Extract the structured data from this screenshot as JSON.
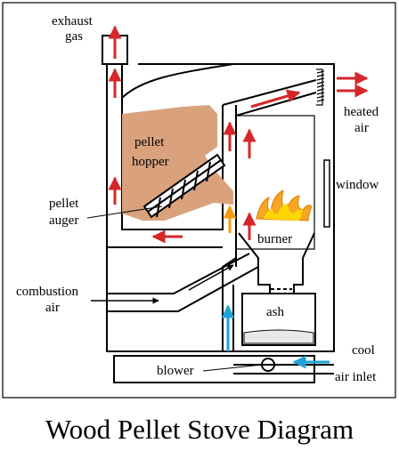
{
  "title": "Wood Pellet Stove Diagram",
  "labels": {
    "exhaust_line1": "exhaust",
    "exhaust_line2": "gas",
    "pellet_hopper_line1": "pellet",
    "pellet_hopper_line2": "hopper",
    "pellet_auger_line1": "pellet",
    "pellet_auger_line2": "auger",
    "heated_air_line1": "heated",
    "heated_air_line2": "air",
    "window": "window",
    "burner": "burner",
    "combustion_air_line1": "combustion",
    "combustion_air_line2": "air",
    "ash": "ash",
    "blower": "blower",
    "cool_air_line1": "cool",
    "cool_air_line2": "air inlet"
  },
  "colors": {
    "pellets": "#d9a27d",
    "hot_air_arrow": "#d62728",
    "warm_air_arrow": "#f39c12",
    "cool_air_arrow": "#1fa2d6",
    "outline": "#000000",
    "flame_outer": "#f6a623",
    "flame_inner": "#ffd700"
  }
}
